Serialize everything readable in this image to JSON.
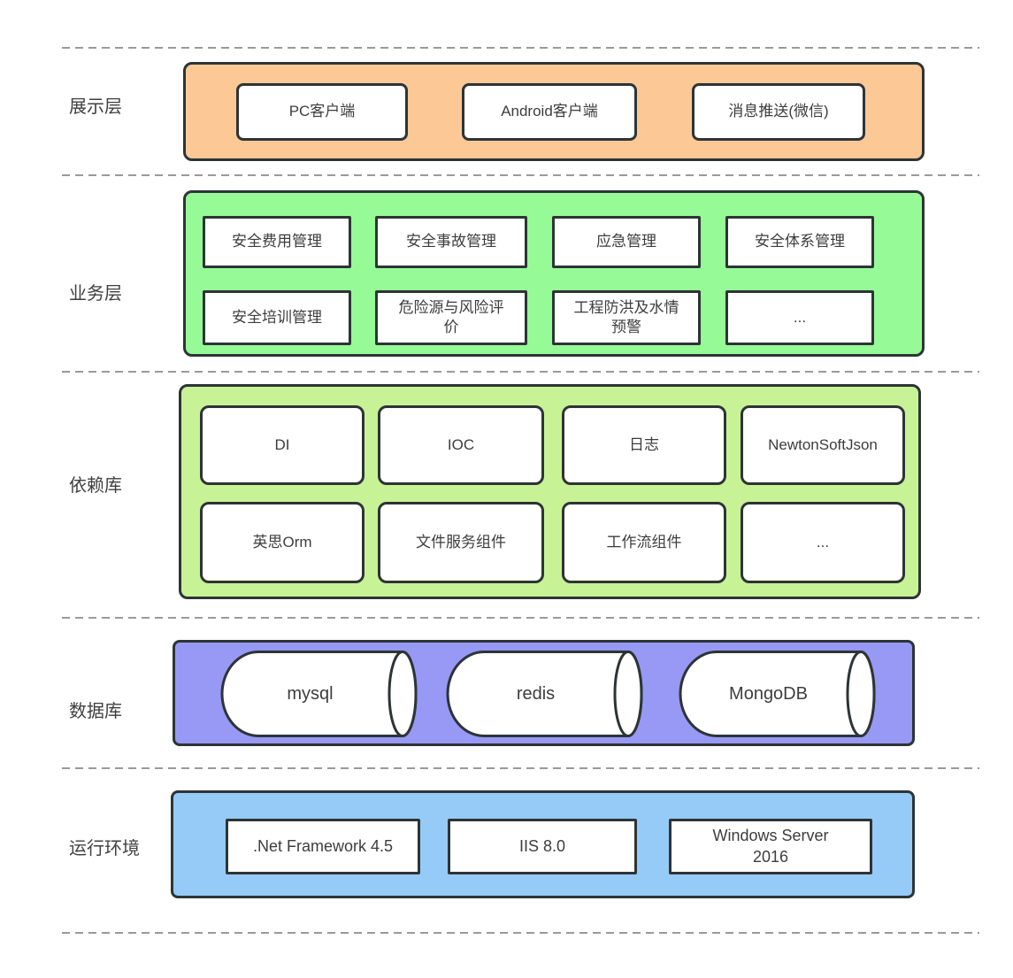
{
  "diagram": {
    "background": "#ffffff",
    "separator_color": "#9a9a9a",
    "border_color": "#2d3436",
    "text_color": "#3d3d3d"
  },
  "layers": [
    {
      "id": "presentation",
      "label": "展示层",
      "color": "#FBC896",
      "items": [
        "PC客户端",
        "Android客户端",
        "消息推送(微信)"
      ]
    },
    {
      "id": "business",
      "label": "业务层",
      "color": "#96FB96",
      "items": [
        "安全费用管理",
        "安全事故管理",
        "应急管理",
        "安全体系管理",
        "安全培训管理",
        "危险源与风险评\n价",
        "工程防洪及水情\n预警",
        "..."
      ]
    },
    {
      "id": "dependency",
      "label": "依赖库",
      "color": "#C8F296",
      "items": [
        "DI",
        "IOC",
        "日志",
        "NewtonSoftJson",
        "英思Orm",
        "文件服务组件",
        "工作流组件",
        "..."
      ]
    },
    {
      "id": "database",
      "label": "数据库",
      "color": "#9799F5",
      "items": [
        "mysql",
        "redis",
        "MongoDB"
      ]
    },
    {
      "id": "runtime",
      "label": "运行环境",
      "color": "#96CBF7",
      "items": [
        ".Net Framework 4.5",
        "IIS 8.0",
        "Windows Server\n2016"
      ]
    }
  ]
}
